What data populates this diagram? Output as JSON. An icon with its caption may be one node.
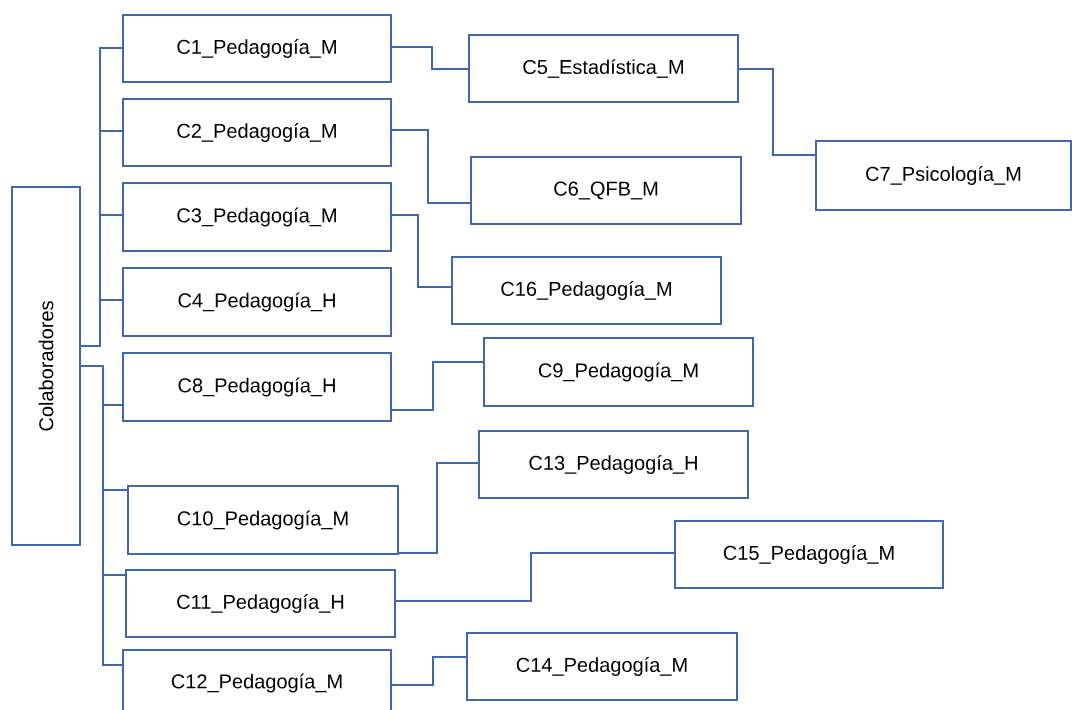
{
  "diagram": {
    "nodes": [
      {
        "text": [
          "Colaboradores"
        ]
      },
      {
        "text": [
          "C1_Pedagogía_M"
        ]
      },
      {
        "text": [
          "C5_Estadística_M"
        ]
      },
      {
        "text": [
          "C7_Psicología_M"
        ]
      },
      {
        "text": [
          "C2_Pedagogía_M"
        ]
      },
      {
        "text": [
          "C6_QFB_M"
        ]
      },
      {
        "text": [
          "C3_Pedagogía_M"
        ]
      },
      {
        "text": [
          "C16_Pedagogía_M"
        ]
      },
      {
        "text": [
          "C4_Pedagogía_H"
        ]
      },
      {
        "text": [
          "C8_Pedagogía_H"
        ]
      },
      {
        "text": [
          "C9_Pedagogía_M"
        ]
      },
      {
        "text": [
          "C13_Pedagogía_H"
        ]
      },
      {
        "text": [
          "C10_Pedagogía_M"
        ]
      },
      {
        "text": [
          "C15_Pedagogía_M"
        ]
      },
      {
        "text": [
          "C11_Pedagogía_H"
        ]
      },
      {
        "text": [
          "C12_Pedagogía_M"
        ]
      },
      {
        "text": [
          "C14_Pedagogía_M"
        ]
      }
    ],
    "edges": [
      {
        "from": 0,
        "to": 1,
        "arrow": "none"
      },
      {
        "from": 0,
        "to": 4,
        "arrow": "none"
      },
      {
        "from": 0,
        "to": 6,
        "arrow": "none"
      },
      {
        "from": 0,
        "to": 8,
        "arrow": "none"
      },
      {
        "from": 0,
        "to": 9,
        "arrow": "none"
      },
      {
        "from": 0,
        "to": 12,
        "arrow": "none"
      },
      {
        "from": 0,
        "to": 14,
        "arrow": "none"
      },
      {
        "from": 0,
        "to": 15,
        "arrow": "none"
      },
      {
        "from": 1,
        "to": 2,
        "arrow": "none"
      },
      {
        "from": 2,
        "to": 3,
        "arrow": "none"
      },
      {
        "from": 4,
        "to": 5,
        "arrow": "none"
      },
      {
        "from": 6,
        "to": 7,
        "arrow": "none"
      },
      {
        "from": 9,
        "to": 10,
        "arrow": "none"
      },
      {
        "from": 12,
        "to": 11,
        "arrow": "none"
      },
      {
        "from": 14,
        "to": 13,
        "arrow": "none"
      },
      {
        "from": 15,
        "to": 16,
        "arrow": "none"
      }
    ]
  }
}
